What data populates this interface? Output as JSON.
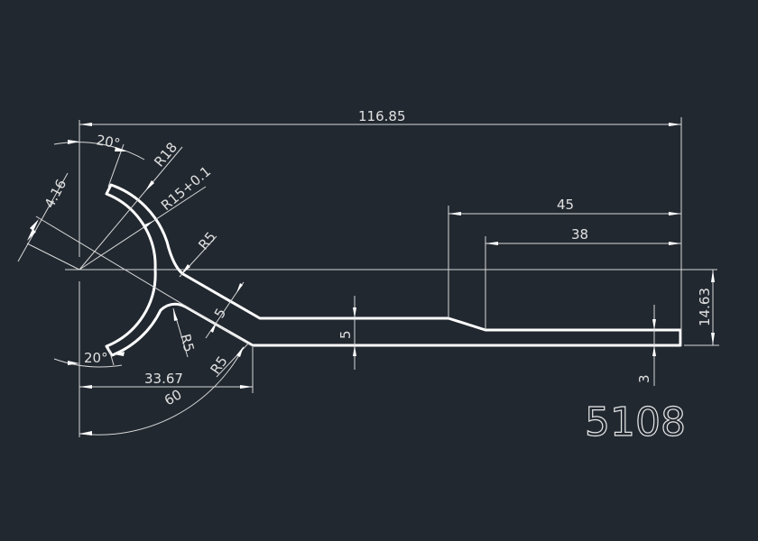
{
  "drawing": {
    "part_number": "5108",
    "dimensions": {
      "overall_length": "116.85",
      "length_45": "45",
      "length_38": "38",
      "height": "14.63",
      "handle_thickness": "5",
      "tip_thickness": "3",
      "arm_width": "5",
      "fork_length": "33.67",
      "arm_angle": "60",
      "top_angle": "20°",
      "bottom_angle": "20°",
      "outer_radius": "R18",
      "inner_radius": "R15+0.1",
      "fillet_top": "R5",
      "fillet_bottom": "R5",
      "fillet_arm": "R5",
      "offset": "4.16"
    }
  }
}
